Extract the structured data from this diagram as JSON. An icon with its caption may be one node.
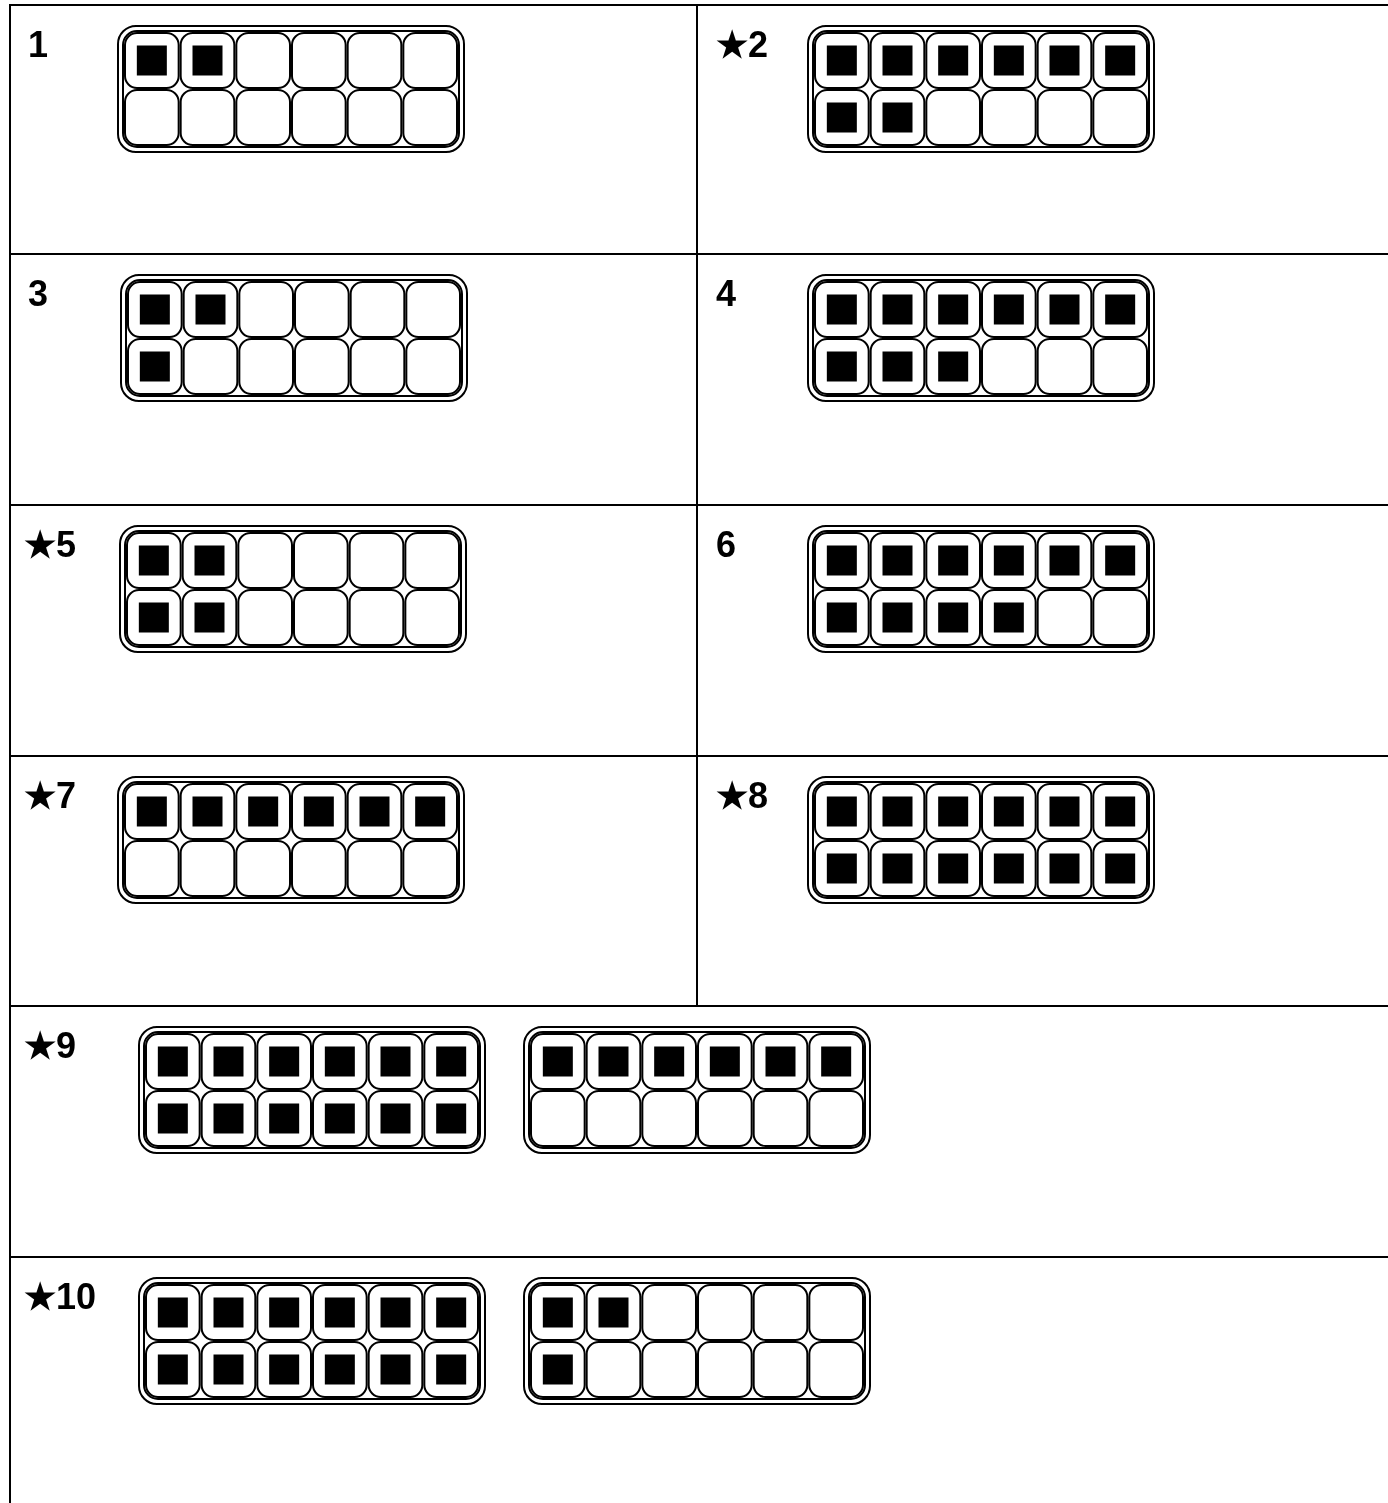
{
  "diagram": {
    "labels": [
      "1",
      "★2",
      "3",
      "4",
      "★5",
      "6",
      "★7",
      "★8",
      "★9",
      "★10"
    ]
  }
}
